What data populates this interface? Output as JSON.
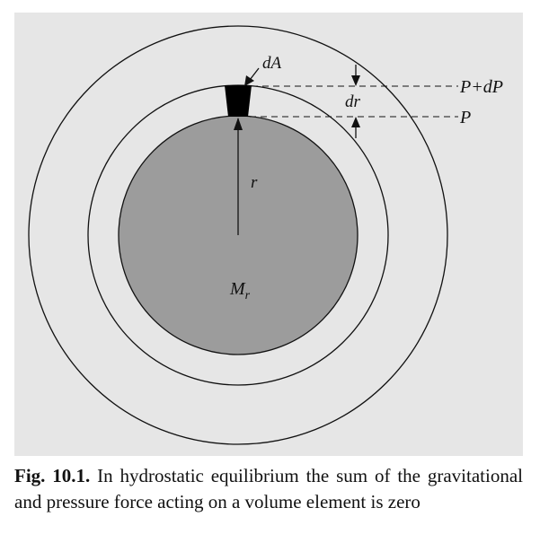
{
  "diagram": {
    "labels": {
      "area_element": "dA",
      "shell_thickness": "dr",
      "radius": "r",
      "mass_interior": "M",
      "mass_interior_subscript": "r",
      "pressure_outer": "P+dP",
      "pressure_inner": "P"
    },
    "colors": {
      "panel_background": "#e6e6e6",
      "inner_sphere_fill": "#9c9c9c",
      "volume_element_fill": "#000000",
      "line_color": "#111111"
    }
  },
  "caption": {
    "label": "Fig. 10.1.",
    "text": " In hydrostatic equilibrium the sum of the gravitational and pressure force acting on a volume element is zero"
  }
}
